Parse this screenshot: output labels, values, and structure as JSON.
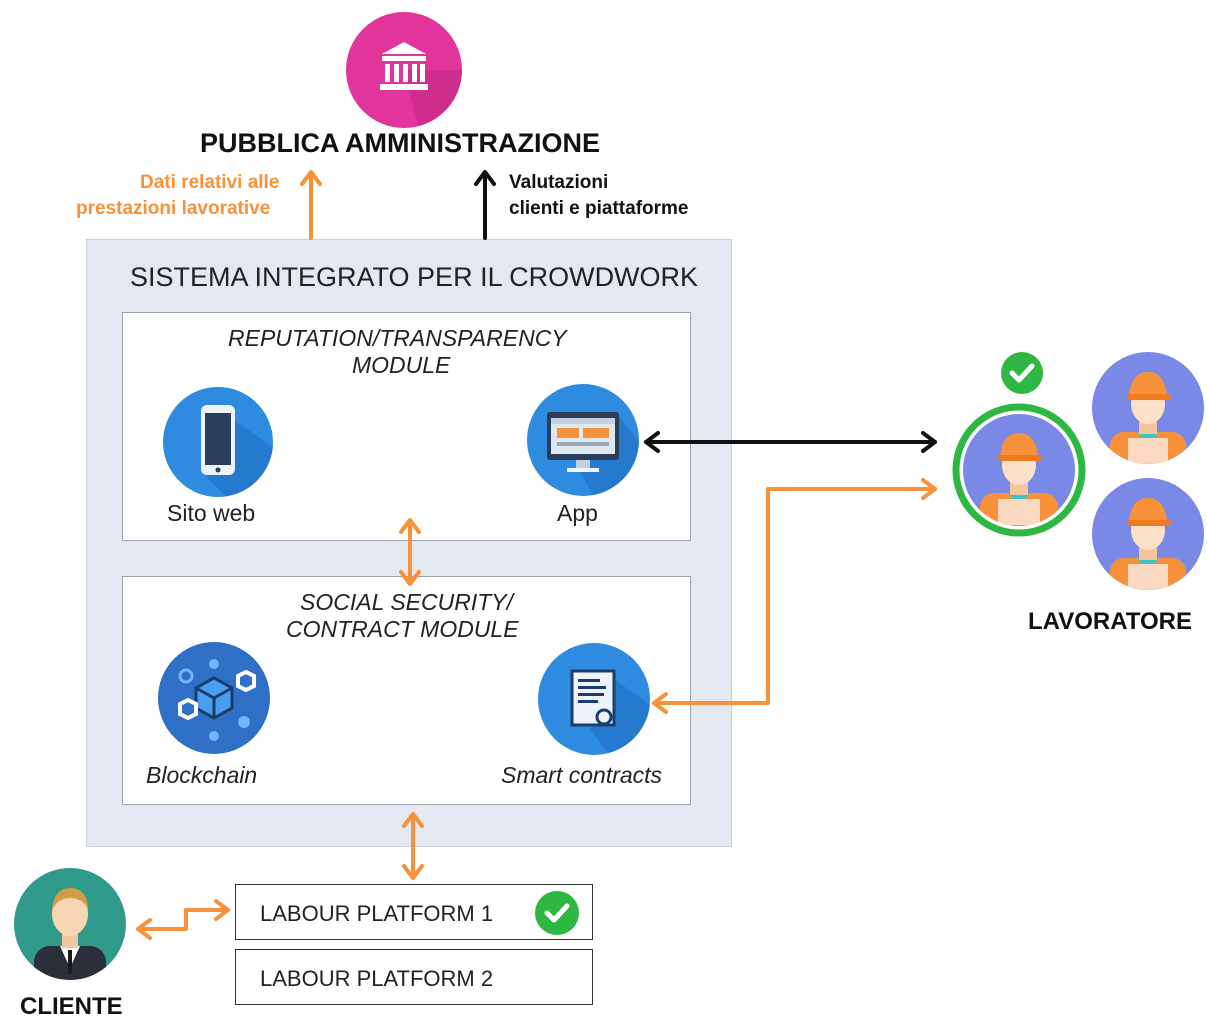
{
  "title_pa": "PUBBLICA AMMINISTRAZIONE",
  "arrow_left_label_line1": "Dati relativi alle",
  "arrow_left_label_line2": "prestazioni lavorative",
  "arrow_right_label_line1": "Valutazioni",
  "arrow_right_label_line2": "clienti e piattaforme",
  "system_title": "SISTEMA INTEGRATO PER IL CROWDWORK",
  "module1": {
    "title_line1": "REPUTATION/TRANSPARENCY",
    "title_line2": "MODULE",
    "item1": "Sito web",
    "item2": "App"
  },
  "module2": {
    "title_line1": "SOCIAL SECURITY/",
    "title_line2": "CONTRACT MODULE",
    "item1": "Blockchain",
    "item2": "Smart contracts"
  },
  "platforms": [
    "LABOUR PLATFORM 1",
    "LABOUR PLATFORM 2"
  ],
  "worker_label": "LAVORATORE",
  "client_label": "CLIENTE",
  "colors": {
    "orange": "#f7923a",
    "magenta": "#e2359b",
    "blue": "#2f8be0",
    "green": "#2eb843",
    "box_bg": "#e3e8f1"
  }
}
